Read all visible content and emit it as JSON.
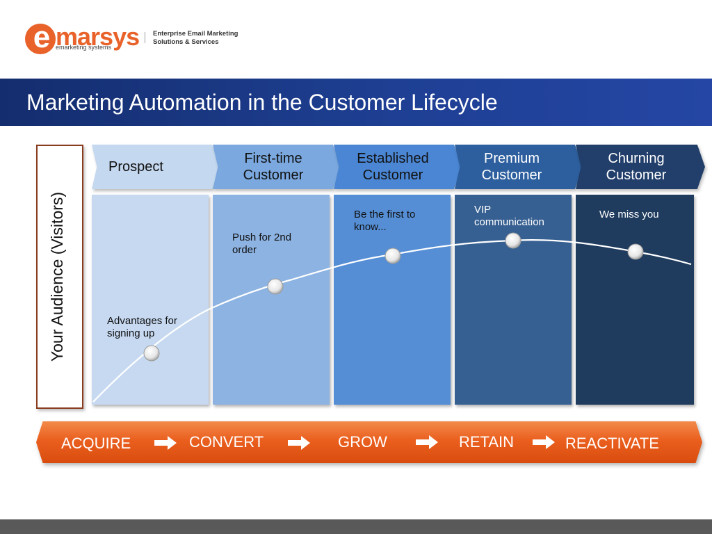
{
  "logo": {
    "letter": "e",
    "brand_rest": "marsys",
    "subtitle": "emarketing systems"
  },
  "tagline": {
    "line1": "Enterprise Email Marketing",
    "line2": "Solutions & Services"
  },
  "title": "Marketing Automation in the Customer Lifecycle",
  "audience_label": "Your Audience (Visitors)",
  "stages": [
    {
      "line1": "Prospect",
      "line2": "",
      "note_line1": "Advantages for",
      "note_line2": "signing up",
      "color_head": "#c4d8ef",
      "color_col": "#c6d9f1",
      "text_color": "#111111"
    },
    {
      "line1": "First-time",
      "line2": "Customer",
      "note_line1": "Push for 2nd",
      "note_line2": "order",
      "color_head": "#7aa8df",
      "color_col": "#8db3e2",
      "text_color": "#111111"
    },
    {
      "line1": "Established",
      "line2": "Customer",
      "note_line1": "Be the first to",
      "note_line2": "know...",
      "color_head": "#4a86d3",
      "color_col": "#558ed5",
      "text_color": "#111111"
    },
    {
      "line1": "Premium",
      "line2": "Customer",
      "note_line1": "VIP",
      "note_line2": "communication",
      "color_head": "#2d5f9e",
      "color_col": "#376092",
      "text_color": "#ffffff"
    },
    {
      "line1": "Churning",
      "line2": "Customer",
      "note_line1": "We miss you",
      "note_line2": "",
      "color_head": "#213f6a",
      "color_col": "#1f3b5e",
      "text_color": "#ffffff"
    }
  ],
  "flow": [
    "ACQUIRE",
    "CONVERT",
    "GROW",
    "RETAIN",
    "REACTIVATE"
  ],
  "colors": {
    "brand_orange": "#e8622a",
    "title_band": "#1e3f93",
    "footer": "#595959"
  }
}
